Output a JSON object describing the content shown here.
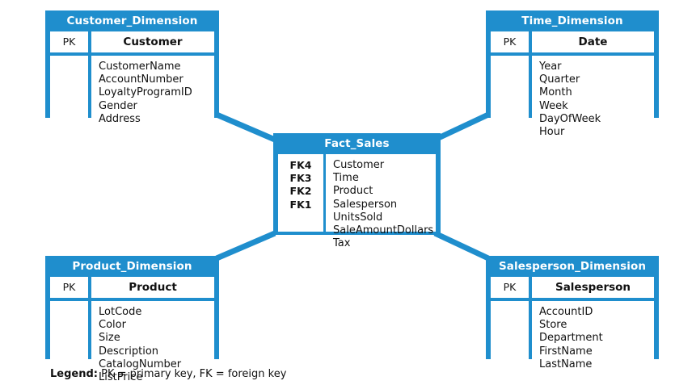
{
  "diagram": {
    "type": "star-schema",
    "accent_color": "#1f8ecd",
    "text_color": "#111111",
    "background": "#ffffff"
  },
  "entities": {
    "customer": {
      "title": "Customer_Dimension",
      "key_label": "PK",
      "key_name": "Customer",
      "attributes": [
        "CustomerName",
        "AccountNumber",
        "LoyaltyProgramID",
        "Gender",
        "Address"
      ]
    },
    "time": {
      "title": "Time_Dimension",
      "key_label": "PK",
      "key_name": "Date",
      "attributes": [
        "Year",
        "Quarter",
        "Month",
        "Week",
        "DayOfWeek",
        "Hour"
      ]
    },
    "fact": {
      "title": "Fact_Sales",
      "keys": [
        "FK4",
        "FK3",
        "FK2",
        "FK1"
      ],
      "attributes": [
        "Customer",
        "Time",
        "Product",
        "Salesperson",
        "UnitsSold",
        "SaleAmountDollars",
        "Tax"
      ]
    },
    "product": {
      "title": "Product_Dimension",
      "key_label": "PK",
      "key_name": "Product",
      "attributes": [
        "LotCode",
        "Color",
        "Size",
        "Description",
        "CatalogNumber",
        "ListPrice"
      ]
    },
    "salesperson": {
      "title": "Salesperson_Dimension",
      "key_label": "PK",
      "key_name": "Salesperson",
      "attributes": [
        "AccountID",
        "Store",
        "Department",
        "FirstName",
        "LastName"
      ]
    }
  },
  "legend": {
    "label": "Legend:",
    "text": "PK = primary key, FK = foreign key"
  }
}
